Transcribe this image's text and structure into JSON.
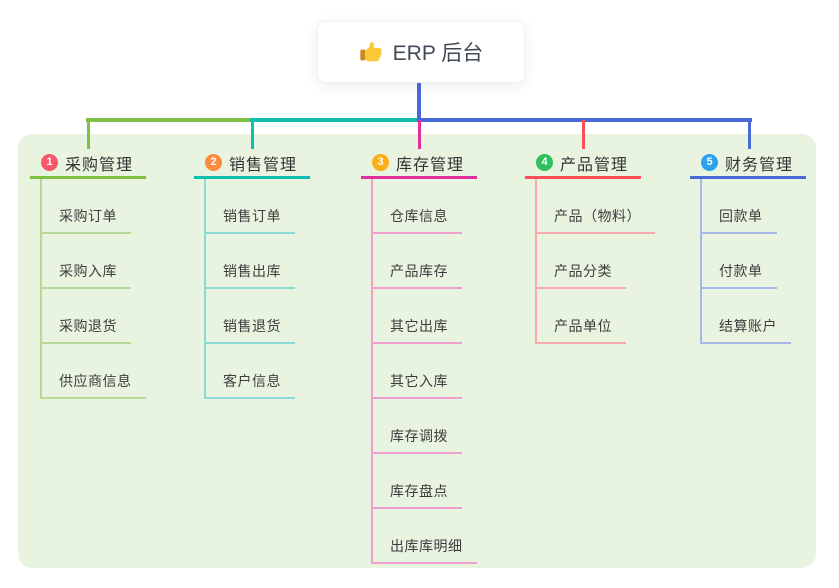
{
  "root": {
    "title": "ERP 后台",
    "icon": "thumbs-up-icon"
  },
  "colors": {
    "canvas_bg": "#ffffff",
    "panel_bg": "#e8f4e0",
    "root_line": "#4a6ad8",
    "root_text": "#414b57",
    "node_text": "#3d3d3d"
  },
  "branches": [
    {
      "badge": "1",
      "label": "采购管理",
      "badge_color": "#f8566a",
      "line_color": "#7fc142",
      "child_line_color": "#b7db97",
      "children": [
        "采购订单",
        "采购入库",
        "采购退货",
        "供应商信息"
      ]
    },
    {
      "badge": "2",
      "label": "销售管理",
      "badge_color": "#fb8c3f",
      "line_color": "#10bfb2",
      "child_line_color": "#8adbd3",
      "children": [
        "销售订单",
        "销售出库",
        "销售退货",
        "客户信息"
      ]
    },
    {
      "badge": "3",
      "label": "库存管理",
      "badge_color": "#fcae16",
      "line_color": "#e0309d",
      "child_line_color": "#f0a0d0",
      "children": [
        "仓库信息",
        "产品库存",
        "其它出库",
        "其它入库",
        "库存调拨",
        "库存盘点",
        "出库库明细"
      ]
    },
    {
      "badge": "4",
      "label": "产品管理",
      "badge_color": "#30c05e",
      "line_color": "#fa4f58",
      "child_line_color": "#fcaaae",
      "children": [
        "产品（物料）",
        "产品分类",
        "产品单位"
      ]
    },
    {
      "badge": "5",
      "label": "财务管理",
      "badge_color": "#2ba2ee",
      "line_color": "#4a6ad8",
      "child_line_color": "#a7b7e9",
      "children": [
        "回款单",
        "付款单",
        "结算账户"
      ]
    }
  ]
}
